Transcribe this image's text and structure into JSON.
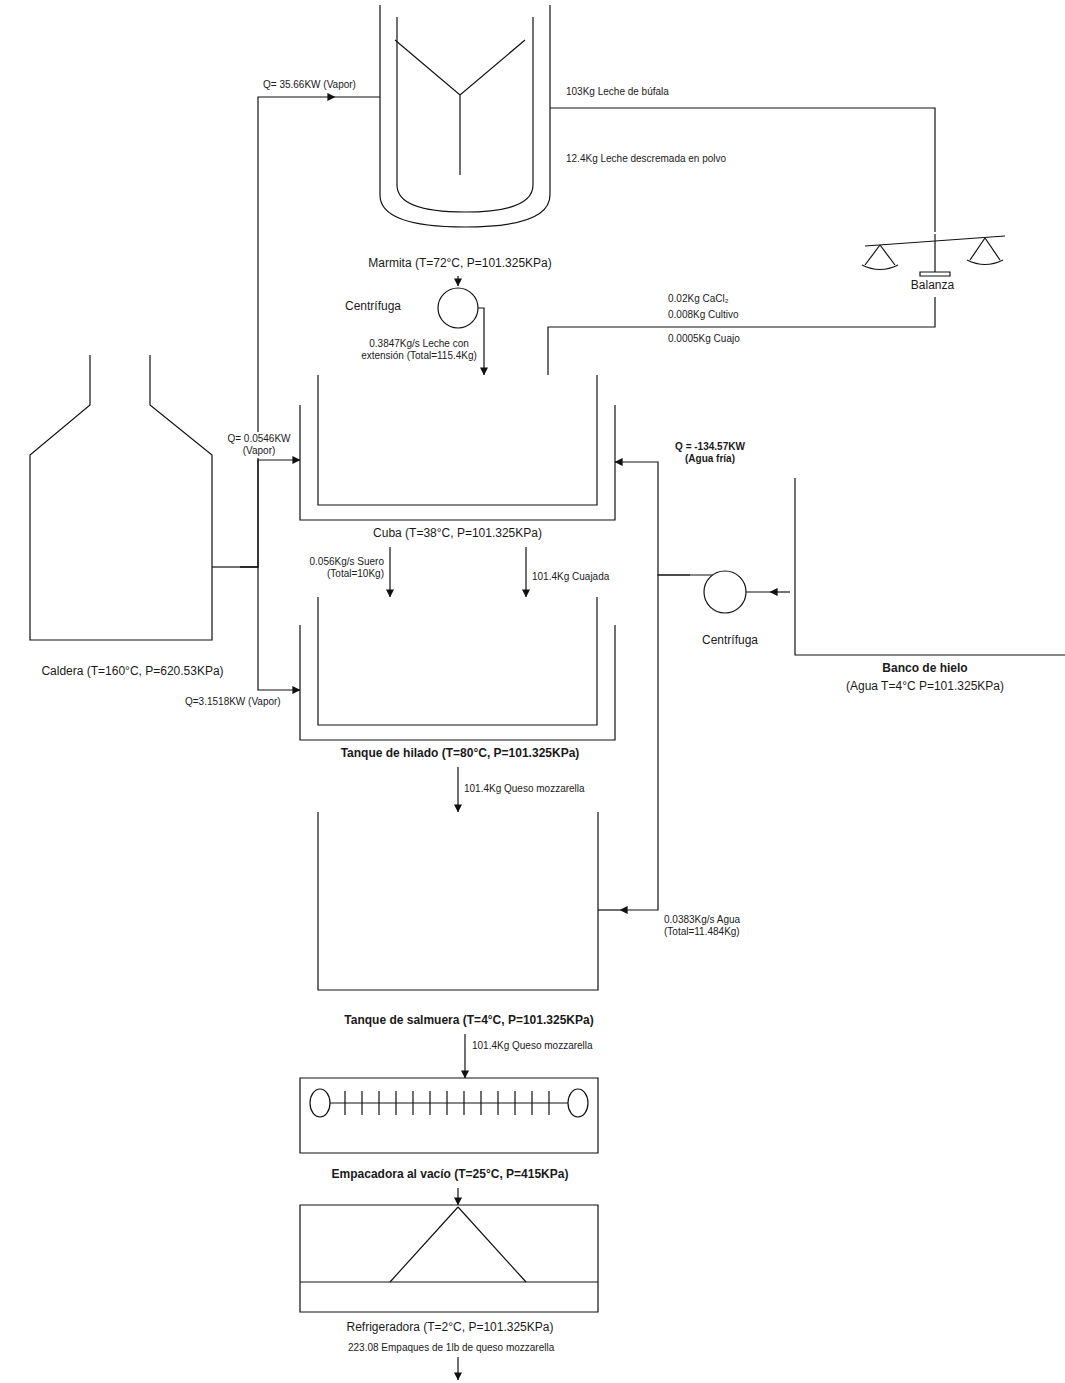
{
  "diagram": {
    "nodes": [
      {
        "text": [
          "Marmita (T=72°C, P=101.325KPa)"
        ]
      },
      {
        "text": [
          "Balanza"
        ]
      },
      {
        "text": [
          "Centrífuga"
        ]
      },
      {
        "text": [
          "Caldera (T=160°C, P=620.53KPa)"
        ]
      },
      {
        "text": [
          "Cuba (T=38°C, P=101.325KPa)"
        ]
      },
      {
        "text": [
          "Tanque de hilado (T=80°C, P=101.325KPa)"
        ]
      },
      {
        "text": [
          "Centrífuga"
        ]
      },
      {
        "text": [
          "Banco de hielo",
          "(Agua T=4°C P=101.325KPa)"
        ]
      },
      {
        "text": [
          "Tanque de salmuera (T=4°C, P=101.325KPa)"
        ]
      },
      {
        "text": [
          "Empacadora al vacío (T=25°C, P=415KPa)"
        ]
      },
      {
        "text": [
          "Refrigeradora (T=2°C, P=101.325KPa)"
        ]
      }
    ],
    "edges": [
      {
        "from": 3,
        "to": 0,
        "label": "Q= 35.66KW (Vapor)",
        "arrow": "to"
      },
      {
        "from": 3,
        "to": 4,
        "label": "Q= 0.0546KW (Vapor)",
        "arrow": "to"
      },
      {
        "from": 3,
        "to": 5,
        "label": "Q=3.1518KW (Vapor)",
        "arrow": "to"
      },
      {
        "from": 1,
        "to": 0,
        "label": "103Kg Leche de búfala",
        "arrow": "none"
      },
      {
        "from": 1,
        "to": 4,
        "label": "0.02Kg CaCl₂",
        "arrow": "none"
      },
      {
        "from": 0,
        "to": 2,
        "arrow": "to"
      },
      {
        "from": 2,
        "to": 4,
        "label": "0.3847Kg/s Leche con extensión (Total=115.4Kg)",
        "arrow": "to"
      },
      {
        "from": 4,
        "to": 5,
        "label": "0.056Kg/s Suero (Total=10Kg)",
        "arrow": "to"
      },
      {
        "from": 4,
        "to": 5,
        "label": "101.4Kg Cuajada",
        "arrow": "to"
      },
      {
        "from": 7,
        "to": 6,
        "arrow": "to"
      },
      {
        "from": 6,
        "to": 4,
        "label": "Q = -134.57KW (Agua fría)",
        "arrow": "to"
      },
      {
        "from": 6,
        "to": 8,
        "label": "0.0383Kg/s Agua (Total=11.484Kg)",
        "arrow": "to"
      },
      {
        "from": 5,
        "to": 8,
        "label": "101.4Kg Queso mozzarella",
        "arrow": "to"
      },
      {
        "from": 8,
        "to": 9,
        "label": "101.4Kg Queso mozzarella",
        "arrow": "to"
      },
      {
        "from": 9,
        "to": 10,
        "arrow": "to"
      }
    ],
    "labels": [
      "12.4Kg Leche descremada en polvo",
      "0.008Kg Cultivo",
      "0.0005Kg Cuajo",
      "223.08 Empaques de 1lb de queso mozzarella"
    ]
  }
}
